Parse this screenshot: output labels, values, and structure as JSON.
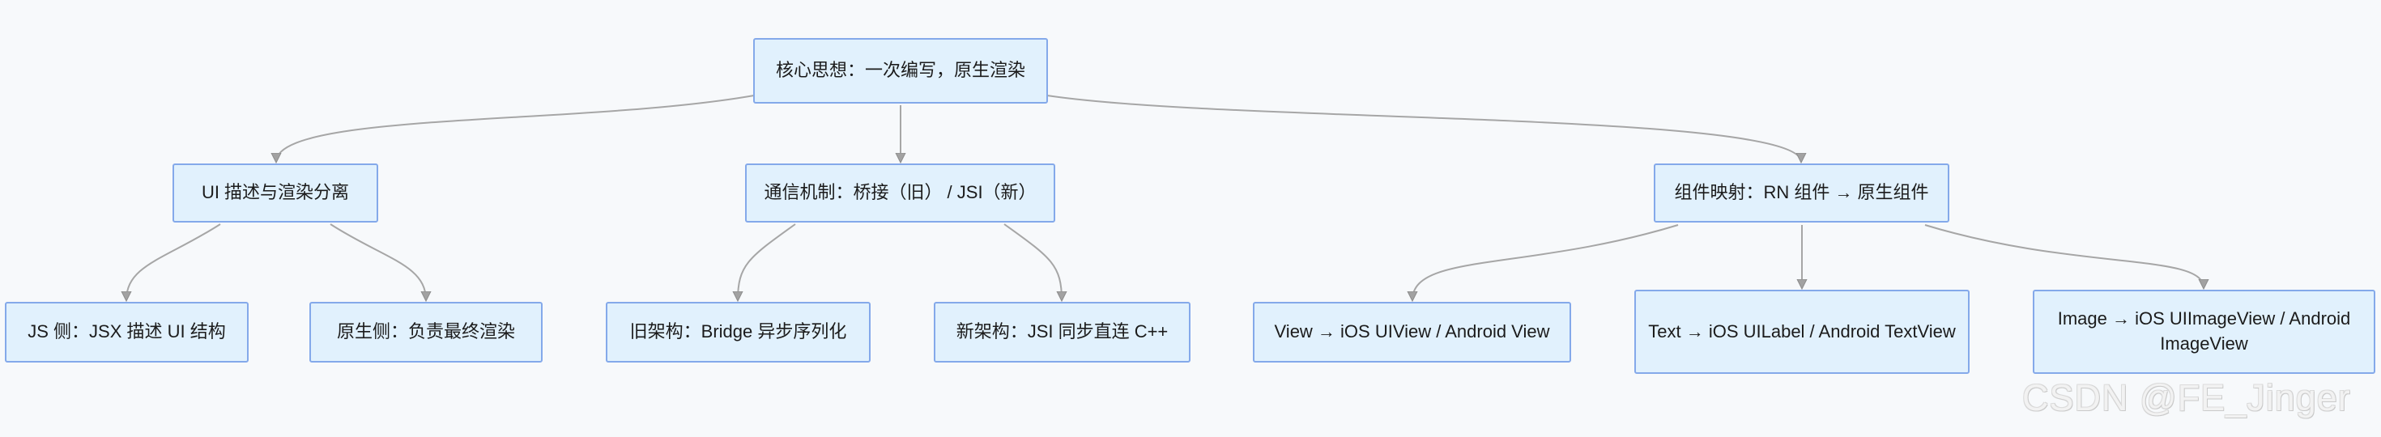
{
  "diagram": {
    "title_hint": "React Native 核心思想流程图",
    "colors": {
      "background": "#f7f9fb",
      "node_fill": "#e1f1fd",
      "node_border": "#84a9ea",
      "connector": "#a6a6a6",
      "arrowhead": "#a2a2a2",
      "text": "#1b1b1b",
      "watermark": "#e9e9e9"
    },
    "nodes": {
      "root": {
        "label": "核心思想：一次编写，原生渲染"
      },
      "ui_separation": {
        "label": "UI 描述与渲染分离"
      },
      "communication": {
        "label": "通信机制：桥接（旧） / JSI（新）"
      },
      "component_mapping": {
        "label": "组件映射：RN 组件 → 原生组件"
      },
      "js_side": {
        "label": "JS 侧：JSX 描述 UI 结构"
      },
      "native_side": {
        "label": "原生侧：负责最终渲染"
      },
      "old_arch": {
        "label": "旧架构：Bridge 异步序列化"
      },
      "new_arch": {
        "label": "新架构：JSI 同步直连 C++"
      },
      "view_map": {
        "label": "View → iOS UIView / Android View"
      },
      "text_map": {
        "label": "Text → iOS UILabel / Android TextView"
      },
      "image_map": {
        "label": "Image → iOS UIImageView / Android ImageView"
      }
    },
    "edges": [
      {
        "from": "root",
        "to": "ui_separation"
      },
      {
        "from": "root",
        "to": "communication"
      },
      {
        "from": "root",
        "to": "component_mapping"
      },
      {
        "from": "ui_separation",
        "to": "js_side"
      },
      {
        "from": "ui_separation",
        "to": "native_side"
      },
      {
        "from": "communication",
        "to": "old_arch"
      },
      {
        "from": "communication",
        "to": "new_arch"
      },
      {
        "from": "component_mapping",
        "to": "view_map"
      },
      {
        "from": "component_mapping",
        "to": "text_map"
      },
      {
        "from": "component_mapping",
        "to": "image_map"
      }
    ]
  },
  "watermark": {
    "text": "CSDN @FE_Jinger"
  }
}
